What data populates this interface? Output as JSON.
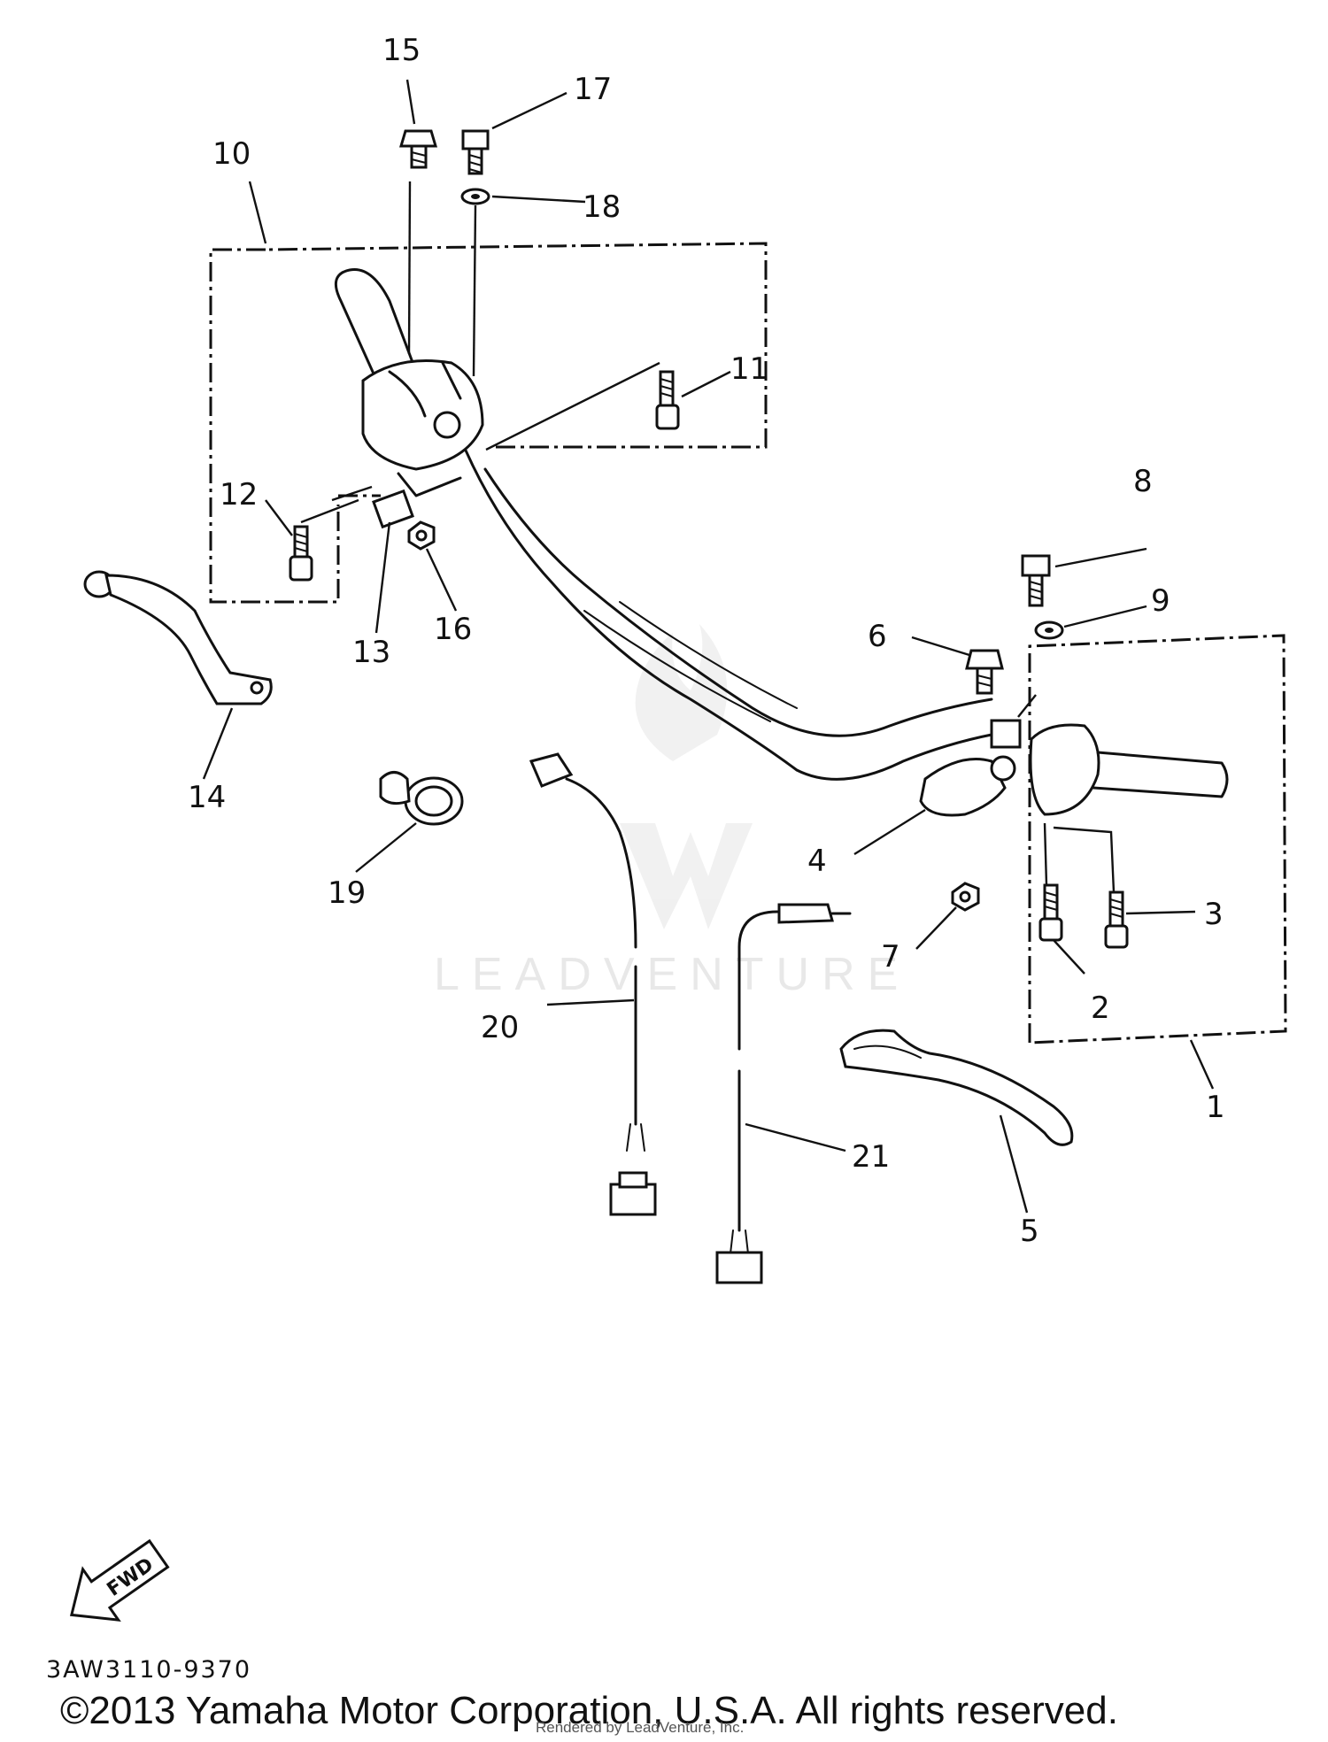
{
  "callouts": [
    "1",
    "2",
    "3",
    "4",
    "5",
    "6",
    "7",
    "8",
    "9",
    "10",
    "11",
    "12",
    "13",
    "14",
    "15",
    "16",
    "17",
    "18",
    "19",
    "20",
    "21"
  ],
  "direction_arrow_label": "FWD",
  "diagram_code": "3AW3110-9370",
  "copyright": "©2013 Yamaha Motor Corporation, U.S.A. All rights reserved.",
  "render_credit": "Rendered by LeadVenture, Inc.",
  "watermark": "LEADVENTURE"
}
